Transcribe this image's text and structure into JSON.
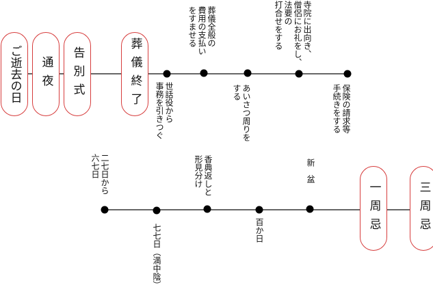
{
  "stages_row1": [
    {
      "id": "death",
      "label": "ご逝去の日"
    },
    {
      "id": "wake",
      "label": "通夜"
    },
    {
      "id": "farewell",
      "label": "告別式"
    },
    {
      "id": "funeral_end",
      "label": "葬儀終了"
    }
  ],
  "stages_row2": [
    {
      "id": "first_anniv",
      "label": "一周忌"
    },
    {
      "id": "third_anniv",
      "label": "三周忌"
    }
  ],
  "notes_row1": [
    {
      "id": "n1",
      "text": "世話役から\n事務を引きつぐ",
      "side": "below"
    },
    {
      "id": "n2",
      "text": "葬儀全般の\n費用の支払い\nをすませる",
      "side": "above"
    },
    {
      "id": "n3",
      "text": "あいさつ周りを\nする",
      "side": "below"
    },
    {
      "id": "n4",
      "text": "寺院に出向き、\n僧侶にお礼をし、\n法要の\n打合せをする",
      "side": "above"
    },
    {
      "id": "n5",
      "text": "保険の請求等\n手続きをする",
      "side": "below"
    }
  ],
  "notes_row2": [
    {
      "id": "m1",
      "text": "二七日から\n六七日",
      "side": "above"
    },
    {
      "id": "m2",
      "text": "七七日（満中陰）",
      "side": "below"
    },
    {
      "id": "m3",
      "text": "香典返しと\n形見分け",
      "side": "above"
    },
    {
      "id": "m4",
      "text": "百か日",
      "side": "below"
    },
    {
      "id": "m5",
      "text": "新　盆",
      "side": "above"
    }
  ],
  "colors": {
    "line": "#333333",
    "pill_border": "#d63b3b",
    "dot": "#000000"
  }
}
